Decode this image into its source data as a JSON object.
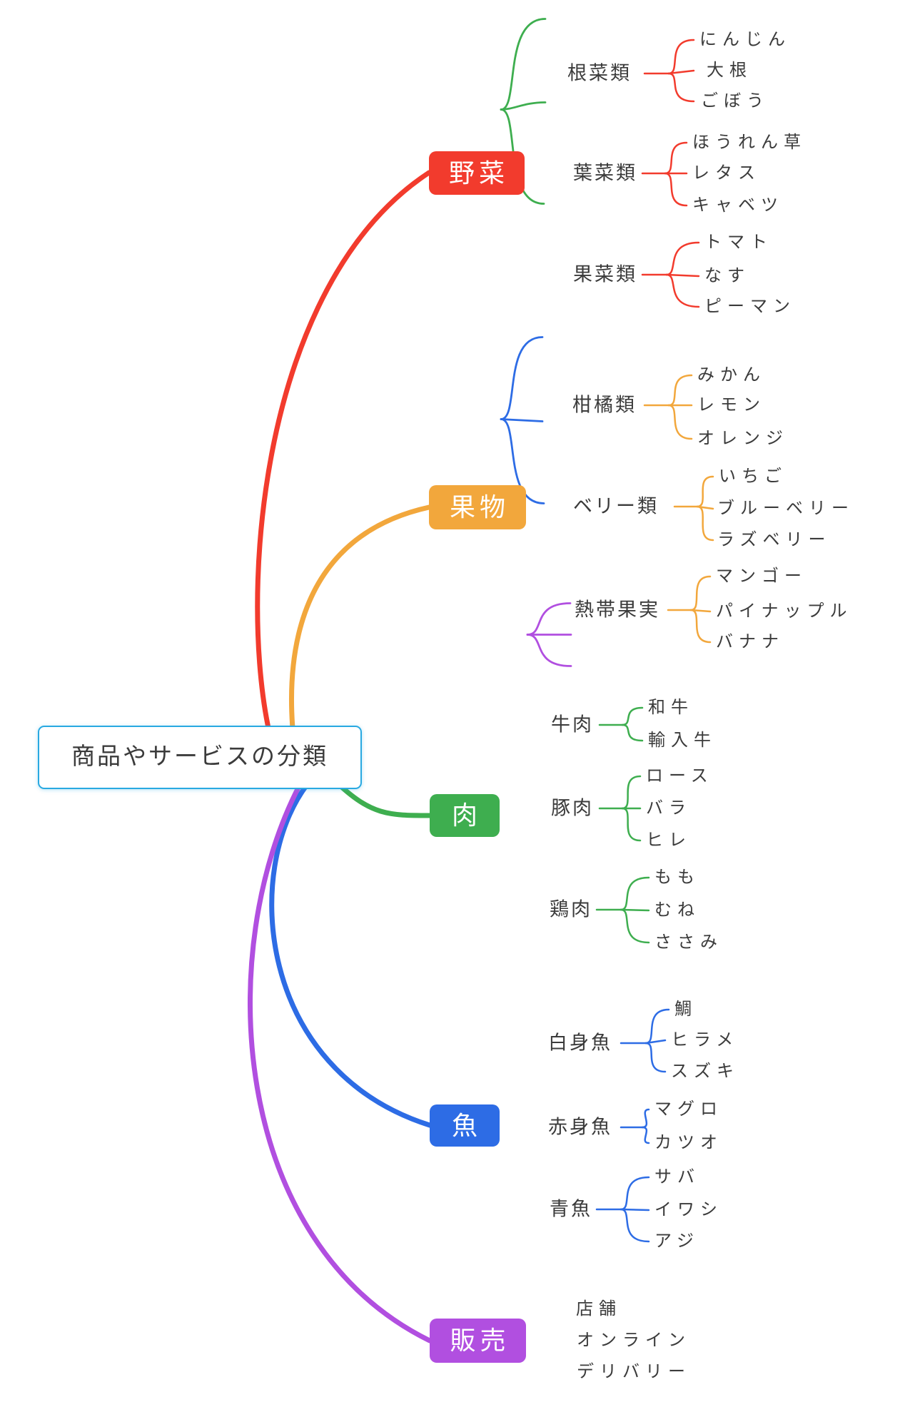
{
  "root": {
    "label": "商品やサービスの分類",
    "border_color": "#29A9E1",
    "text_color": "#3B3B3B"
  },
  "branches": [
    {
      "label": "野菜",
      "color": "#F23B2D",
      "children": [
        {
          "label": "根菜類",
          "leaves": [
            "にんじん",
            "大根",
            "ごぼう"
          ]
        },
        {
          "label": "葉菜類",
          "leaves": [
            "ほうれん草",
            "レタス",
            "キャベツ"
          ]
        },
        {
          "label": "果菜類",
          "leaves": [
            "トマト",
            "なす",
            "ピーマン"
          ]
        }
      ]
    },
    {
      "label": "果物",
      "color": "#F2A73C",
      "children": [
        {
          "label": "柑橘類",
          "leaves": [
            "みかん",
            "レモン",
            "オレンジ"
          ]
        },
        {
          "label": "ベリー類",
          "leaves": [
            "いちご",
            "ブルーベリー",
            "ラズベリー"
          ]
        },
        {
          "label": "熱帯果実",
          "leaves": [
            "マンゴー",
            "パイナップル",
            "バナナ"
          ]
        }
      ]
    },
    {
      "label": "肉",
      "color": "#3EAE4F",
      "children": [
        {
          "label": "牛肉",
          "leaves": [
            "和牛",
            "輸入牛"
          ]
        },
        {
          "label": "豚肉",
          "leaves": [
            "ロース",
            "バラ",
            "ヒレ"
          ]
        },
        {
          "label": "鶏肉",
          "leaves": [
            "もも",
            "むね",
            "ささみ"
          ]
        }
      ]
    },
    {
      "label": "魚",
      "color": "#2D6CE5",
      "children": [
        {
          "label": "白身魚",
          "leaves": [
            "鯛",
            "ヒラメ",
            "スズキ"
          ]
        },
        {
          "label": "赤身魚",
          "leaves": [
            "マグロ",
            "カツオ"
          ]
        },
        {
          "label": "青魚",
          "leaves": [
            "サバ",
            "イワシ",
            "アジ"
          ]
        }
      ]
    },
    {
      "label": "販売",
      "color": "#B14FE0",
      "leaves": [
        "店舗",
        "オンライン",
        "デリバリー"
      ]
    }
  ]
}
